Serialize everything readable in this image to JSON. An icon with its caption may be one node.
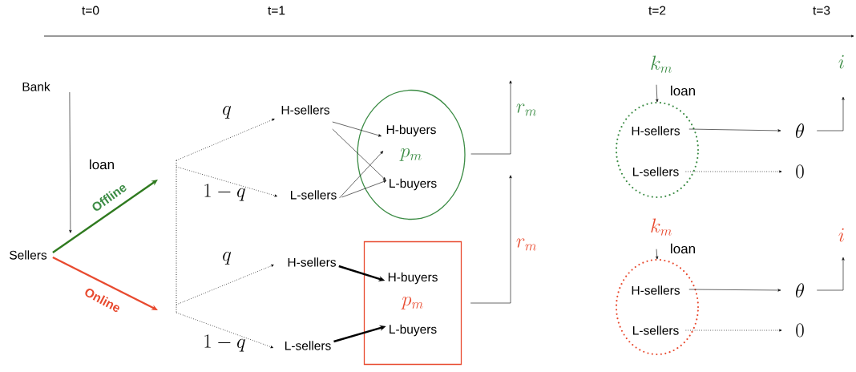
{
  "diagram": {
    "nodes": [
      {
        "text": [
          "Bank"
        ]
      },
      {
        "text": [
          "Sellers"
        ]
      },
      {
        "text": [
          "H-sellers"
        ]
      },
      {
        "text": [
          "L-sellers"
        ]
      },
      {
        "text": [
          "p_m"
        ]
      },
      {
        "text": [
          "H-buyers"
        ],
        "in": 4
      },
      {
        "text": [
          "L-buyers"
        ],
        "in": 4
      },
      {
        "text": [
          "H-sellers"
        ]
      },
      {
        "text": [
          "L-sellers"
        ]
      },
      {
        "text": [
          "p_m"
        ]
      },
      {
        "text": [
          "H-buyers"
        ],
        "in": 9
      },
      {
        "text": [
          "L-buyers"
        ],
        "in": 9
      },
      {
        "text": [
          "k_m"
        ]
      },
      {
        "text": [],
        "shape": "circle"
      },
      {
        "text": [
          "H-sellers"
        ],
        "in": 13
      },
      {
        "text": [
          "L-sellers"
        ],
        "in": 13
      },
      {
        "text": [
          "i"
        ]
      },
      {
        "text": [
          "\\theta"
        ]
      },
      {
        "text": [
          "0"
        ]
      },
      {
        "text": [
          "k_m"
        ]
      },
      {
        "text": [],
        "shape": "circle"
      },
      {
        "text": [
          "H-sellers"
        ],
        "in": 20
      },
      {
        "text": [
          "L-sellers"
        ],
        "in": 20
      },
      {
        "text": [
          "i"
        ]
      },
      {
        "text": [
          "\\theta"
        ]
      },
      {
        "text": [
          "0"
        ]
      }
    ],
    "edges": [
      {
        "from": 0,
        "to": 1,
        "arrow": "to",
        "label": "loan"
      },
      {
        "from": 1,
        "to": null,
        "arrow": "to",
        "label": "Offline",
        "style": "thick",
        "color": "#2f7a1f"
      },
      {
        "from": 1,
        "to": null,
        "arrow": "to",
        "label": "Online",
        "style": "thick",
        "color": "#e84a2f"
      },
      {
        "from": null,
        "to": 2,
        "arrow": "to",
        "label": "q",
        "style": "dashed"
      },
      {
        "from": null,
        "to": 3,
        "arrow": "to",
        "label": "1-q",
        "style": "dashed"
      },
      {
        "from": null,
        "to": 7,
        "arrow": "to",
        "label": "q",
        "style": "dashed"
      },
      {
        "from": null,
        "to": 8,
        "arrow": "to",
        "label": "1-q",
        "style": "dashed"
      },
      {
        "from": 2,
        "to": 5,
        "arrow": "to"
      },
      {
        "from": 2,
        "to": 6,
        "arrow": "to"
      },
      {
        "from": 3,
        "to": 5,
        "arrow": "to"
      },
      {
        "from": 3,
        "to": 6,
        "arrow": "to"
      },
      {
        "from": 7,
        "to": 10,
        "arrow": "to",
        "style": "thick"
      },
      {
        "from": 8,
        "to": 11,
        "arrow": "to",
        "style": "thick"
      },
      {
        "from": 4,
        "to": null,
        "arrow": "to",
        "label": "r_m"
      },
      {
        "from": 9,
        "to": null,
        "arrow": "to",
        "label": "r_m"
      },
      {
        "from": 12,
        "to": 13,
        "arrow": "to",
        "label": "loan"
      },
      {
        "from": 14,
        "to": 17,
        "arrow": "to"
      },
      {
        "from": 15,
        "to": 18,
        "arrow": "to",
        "style": "dashed"
      },
      {
        "from": 17,
        "to": 16,
        "arrow": "to"
      },
      {
        "from": 19,
        "to": 20,
        "arrow": "to",
        "label": "loan"
      },
      {
        "from": 21,
        "to": 24,
        "arrow": "to"
      },
      {
        "from": 22,
        "to": 25,
        "arrow": "to",
        "style": "dashed"
      },
      {
        "from": 24,
        "to": 23,
        "arrow": "to"
      }
    ],
    "labels": [
      "t=0",
      "t=1",
      "t=2",
      "t=3"
    ]
  }
}
